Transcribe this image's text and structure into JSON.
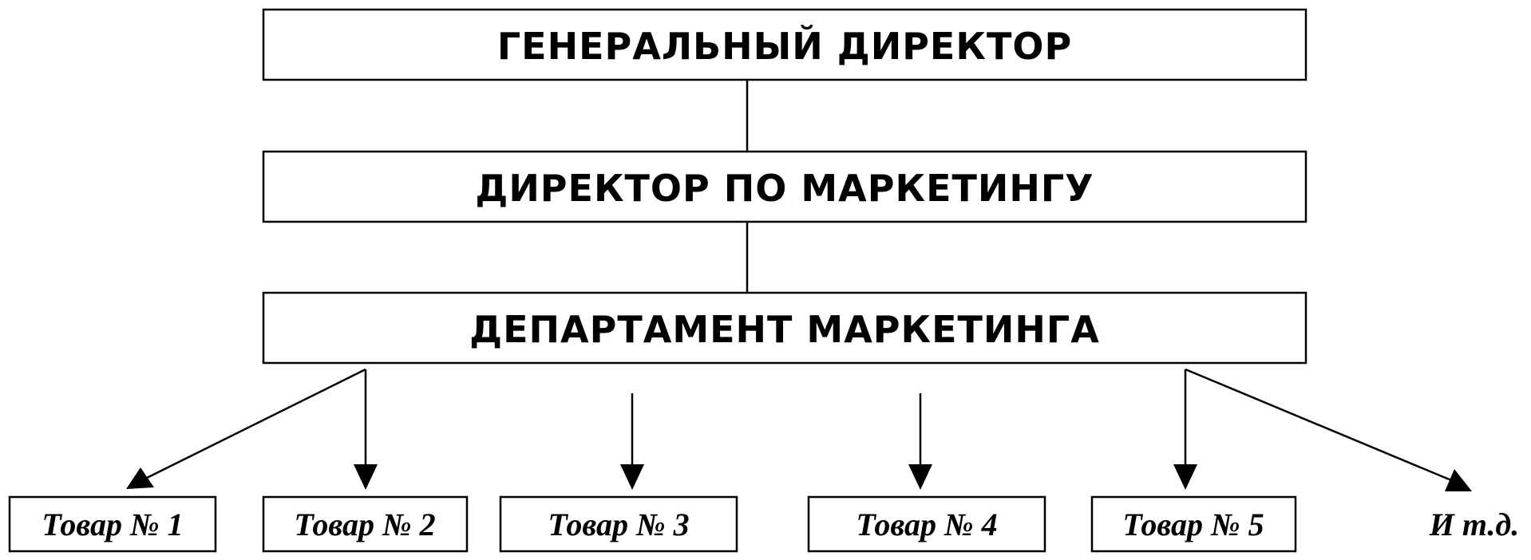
{
  "diagram": {
    "top_box": "ГЕНЕРАЛЬНЫЙ ДИРЕКТОР",
    "middle_box": "ДИРЕКТОР ПО МАРКЕТИНГУ",
    "department_box": "ДЕПАРТАМЕНТ МАРКЕТИНГА",
    "products": [
      "Товар № 1",
      "Товар № 2",
      "Товар № 3",
      "Товар № 4",
      "Товар № 5"
    ],
    "etc_label": "И т.д."
  }
}
